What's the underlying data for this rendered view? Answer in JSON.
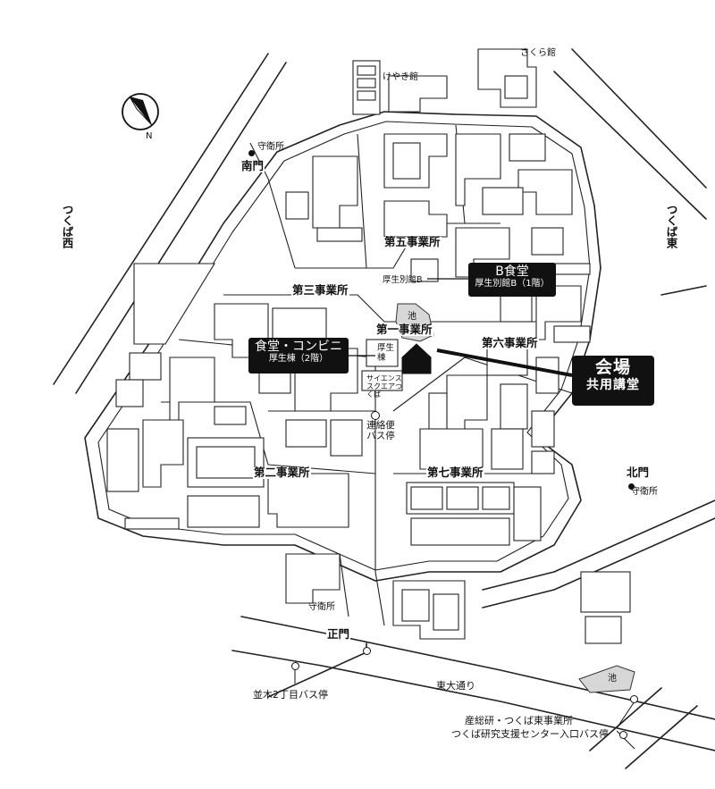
{
  "compass": {
    "north_label": "N"
  },
  "roads": {
    "west_label": "つくば西",
    "east_label": "つくば東",
    "main_avenue": "東大通り"
  },
  "gates": {
    "south_gate": "南門",
    "north_gate": "北門",
    "main_gate": "正門",
    "guardhouse": "守衛所"
  },
  "buildings": {
    "keyaki": "けやき館",
    "sakura": "さくら館",
    "site1": "第一事業所",
    "site2": "第二事業所",
    "site3": "第三事業所",
    "site5": "第五事業所",
    "site6": "第六事業所",
    "site7": "第七事業所",
    "annex_b": "厚生別館B",
    "welfare_bldg": "厚生棟",
    "science_square": "サイエンススクエアつくば",
    "pond": "池"
  },
  "callouts": {
    "cafeteria_b": {
      "title": "B食堂",
      "subtitle": "厚生別館B（1階）"
    },
    "cafeteria_main": {
      "title": "食堂・コンビニ",
      "subtitle": "厚生棟（2階）"
    },
    "venue": {
      "title": "会場",
      "subtitle": "共用講堂"
    }
  },
  "bus_stops": {
    "shuttle": "連絡便バス停",
    "namiki": "並木2丁目バス停",
    "aist_east": "産総研・つくば東事業所",
    "research_center": "つくば研究支援センター入口バス停"
  },
  "colors": {
    "ink": "#111111",
    "pond": "#d7d7d7",
    "callout_bg": "#111111",
    "callout_text": "#ffffff"
  }
}
